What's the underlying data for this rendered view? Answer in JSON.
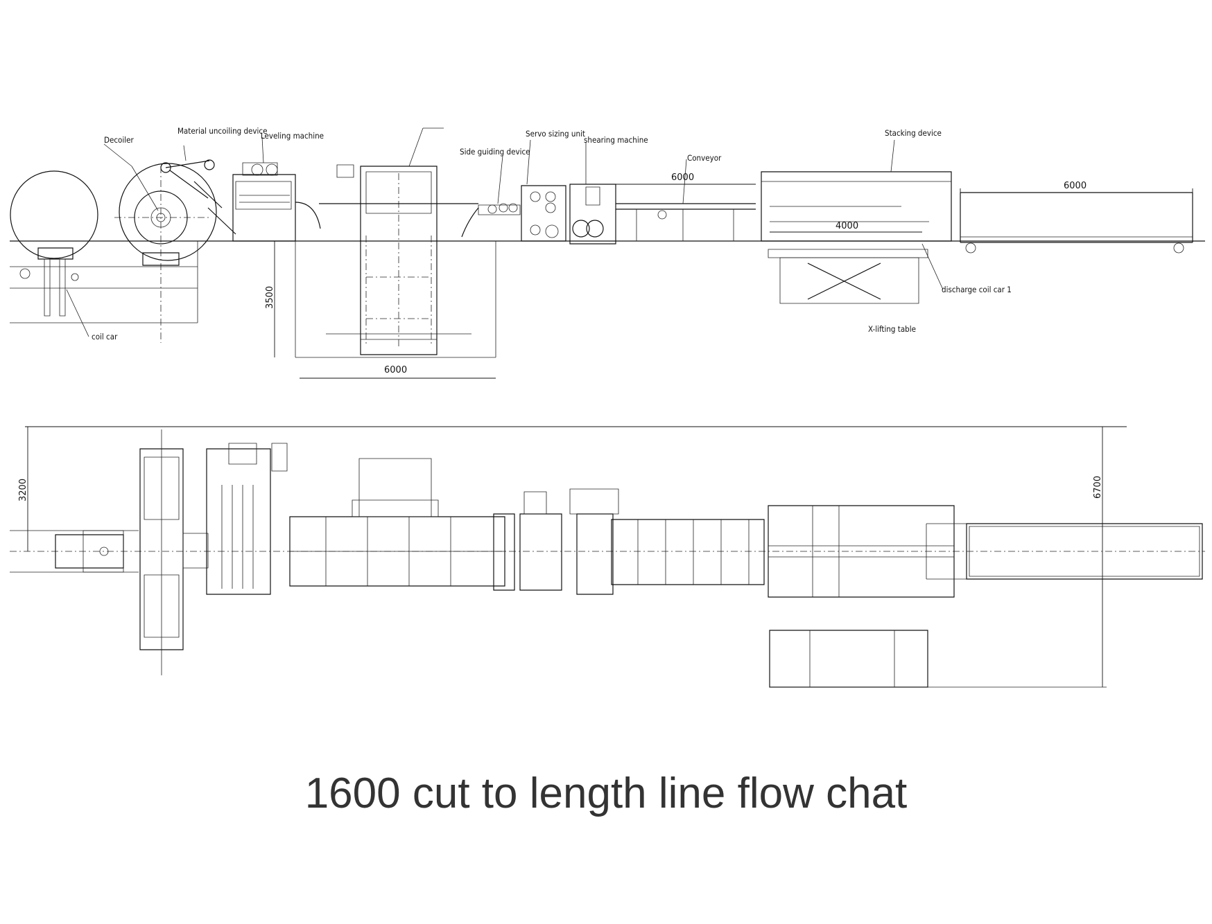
{
  "title": "1600 cut to length line flow chat",
  "labels": {
    "decoiler": "Decoiler",
    "material_uncoiling": "Material uncoiling device",
    "leveling": "Leveling machine",
    "side_guiding": "Side guiding device",
    "servo_sizing": "Servo sizing unit",
    "shearing": "shearing machine",
    "conveyor": "Conveyor",
    "stacking": "Stacking device",
    "discharge_coil_car": "discharge coil car 1",
    "x_lifting_table": "X-lifting table",
    "coil_car": "coil car"
  },
  "dimensions": {
    "loop_pit_depth": "3500",
    "loop_pit_length": "6000",
    "conveyor_length": "6000",
    "stacking_length": "4000",
    "discharge_length": "6000",
    "plan_upper_width": "3200",
    "plan_total_width": "6700"
  }
}
